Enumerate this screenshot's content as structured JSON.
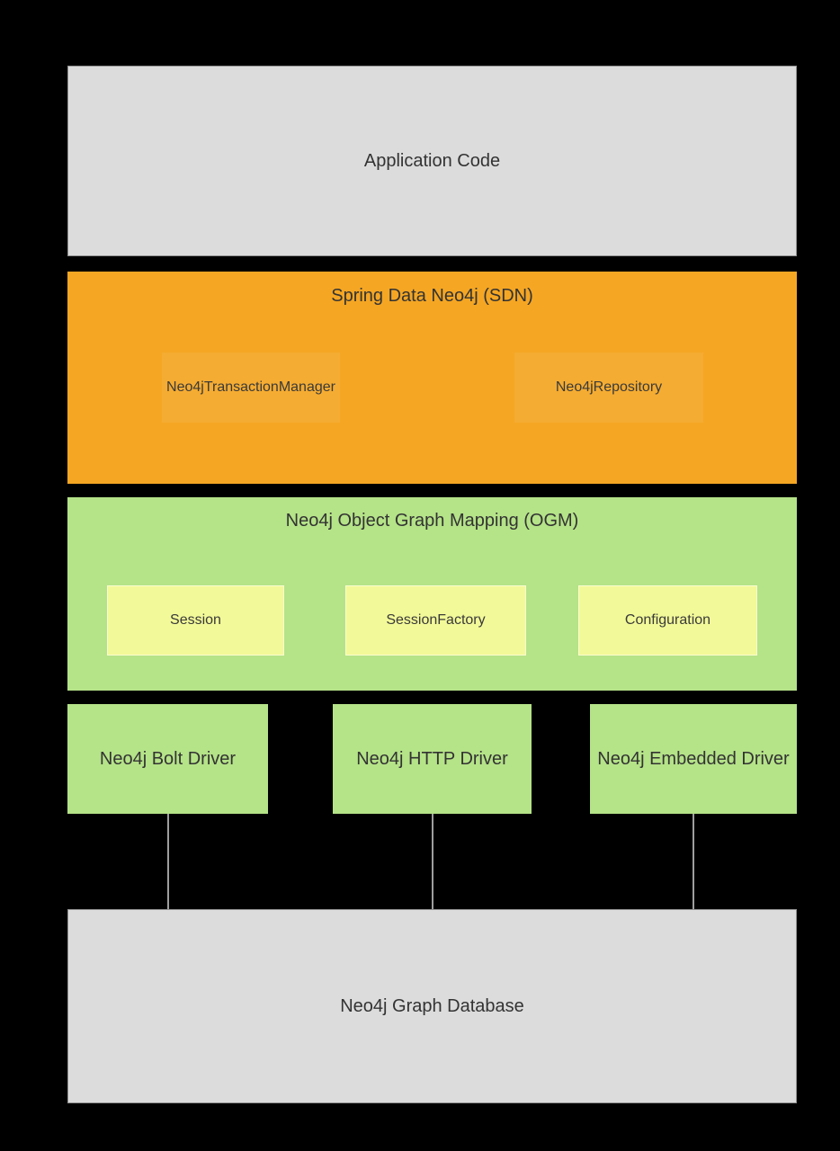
{
  "layers": {
    "application": {
      "label": "Application Code"
    },
    "sdn": {
      "label": "Spring Data Neo4j (SDN)",
      "components": [
        {
          "label": "Neo4jTransactionManager"
        },
        {
          "label": "Neo4jRepository"
        }
      ]
    },
    "ogm": {
      "label": "Neo4j Object Graph Mapping (OGM)",
      "components": [
        {
          "label": "Session"
        },
        {
          "label": "SessionFactory"
        },
        {
          "label": "Configuration"
        }
      ]
    },
    "drivers": [
      {
        "label": "Neo4j Bolt Driver"
      },
      {
        "label": "Neo4j HTTP Driver"
      },
      {
        "label": "Neo4j Embedded Driver"
      }
    ],
    "database": {
      "label": "Neo4j Graph Database"
    }
  },
  "colors": {
    "background": "#000000",
    "neutral_box_fill": "#dcdcdc",
    "neutral_box_border": "#919191",
    "sdn_orange": "#f5a623",
    "ogm_green": "#b5e388",
    "ogm_component_yellow": "#f2f998",
    "driver_green": "#b5e388",
    "connector_line": "#9e9e9e",
    "text": "#333333"
  }
}
